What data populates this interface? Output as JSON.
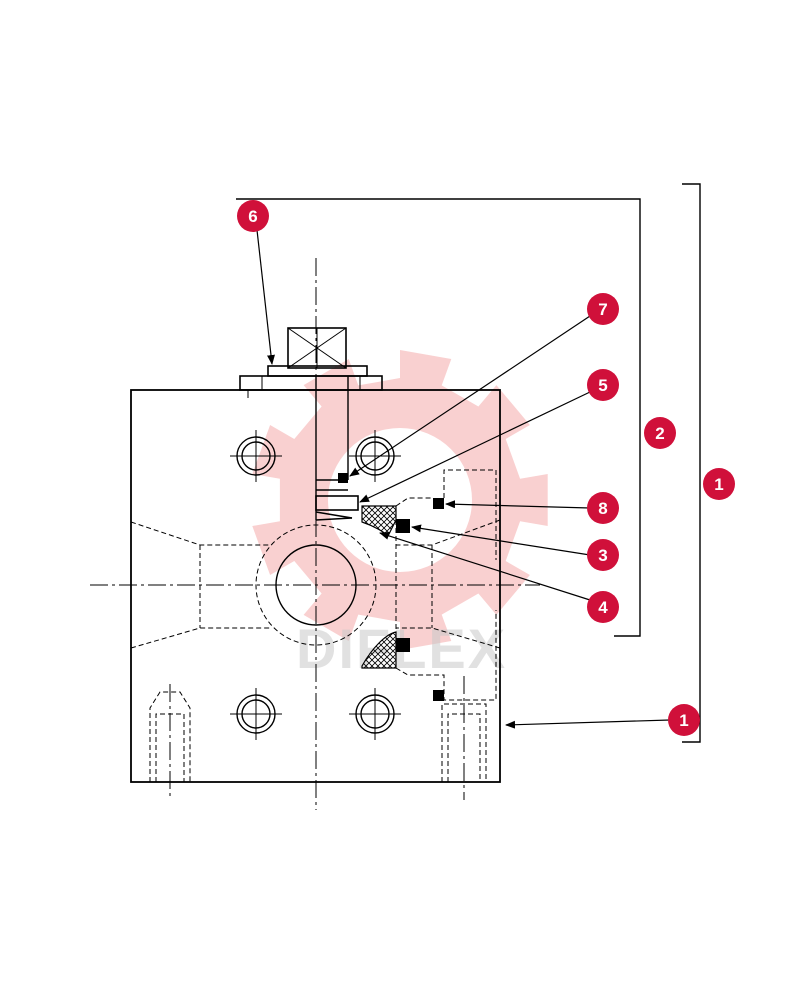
{
  "watermark": {
    "brand_text": "DIFLEX",
    "gear_color": "#f7b9b9"
  },
  "colors": {
    "callout_fill": "#d0103a",
    "callout_text": "#ffffff",
    "line": "#000000",
    "hatch": "#000000"
  },
  "callouts": [
    {
      "id": "6",
      "label": "6",
      "target": "cover-plate"
    },
    {
      "id": "7",
      "label": "7",
      "target": "upper-seal"
    },
    {
      "id": "5",
      "label": "5",
      "target": "seat-disc"
    },
    {
      "id": "2",
      "label": "2",
      "target": "valve-cartridge-group"
    },
    {
      "id": "1a",
      "label": "1",
      "target": "overall-assembly"
    },
    {
      "id": "8",
      "label": "8",
      "target": "oring-outer"
    },
    {
      "id": "3",
      "label": "3",
      "target": "seal-square"
    },
    {
      "id": "4",
      "label": "4",
      "target": "seat-ring-hatched"
    },
    {
      "id": "1b",
      "label": "1",
      "target": "valve-body"
    }
  ]
}
